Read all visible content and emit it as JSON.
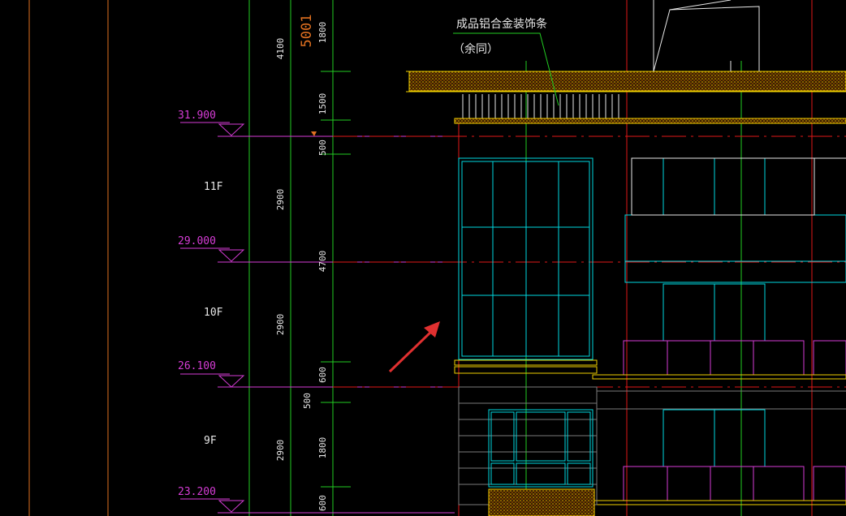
{
  "annotation": {
    "label_line1": "成品铝合金装饰条",
    "label_line2": "（余同）",
    "highlight_dim": "5001"
  },
  "levels": [
    {
      "elevation": "31.900"
    },
    {
      "elevation": "29.000"
    },
    {
      "elevation": "26.100"
    },
    {
      "elevation": "23.200"
    }
  ],
  "floors": [
    {
      "label": "11F"
    },
    {
      "label": "10F"
    },
    {
      "label": "9F"
    }
  ],
  "dimensions": {
    "col1": [
      "4100",
      "2900",
      "2900",
      "2900"
    ],
    "col2": [
      "1800",
      "1500",
      "500",
      "4700",
      "600",
      "500",
      "1800",
      "600"
    ]
  },
  "colors": {
    "background": "#000000",
    "grid_green": "#22cc22",
    "axis_red": "#e01818",
    "cyan": "#00d8e0",
    "magenta": "#d63cd6",
    "yellow": "#f0d000",
    "orange": "#e07020",
    "arrow": "#e03030"
  }
}
